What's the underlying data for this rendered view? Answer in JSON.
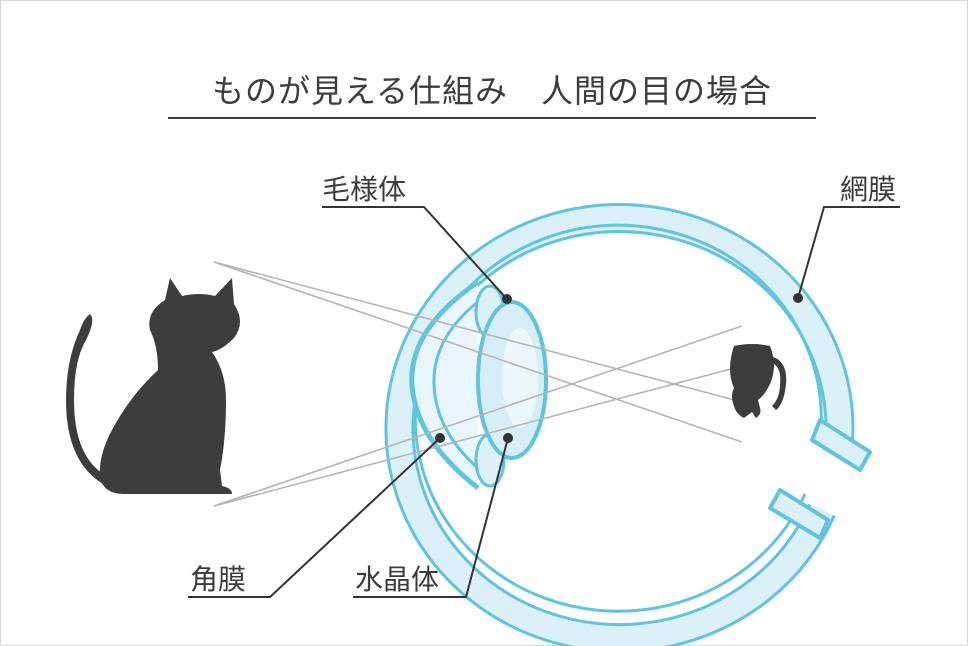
{
  "title": "ものが見える仕組み　人間の目の場合",
  "labels": {
    "ciliary_body": "毛様体",
    "retina": "網膜",
    "cornea": "角膜",
    "lens": "水晶体"
  },
  "colors": {
    "eye_outline": "#5ec4e0",
    "eye_fill": "#dcf0f7",
    "silhouette": "#3d3d3d",
    "light_rays": "#b5b5b5",
    "leader_lines": "#333333",
    "text": "#3c3c3c",
    "frame_border": "#d6d6d6"
  },
  "icons": {
    "object": "cat-silhouette-icon",
    "image_on_retina": "inverted-cat-icon"
  }
}
